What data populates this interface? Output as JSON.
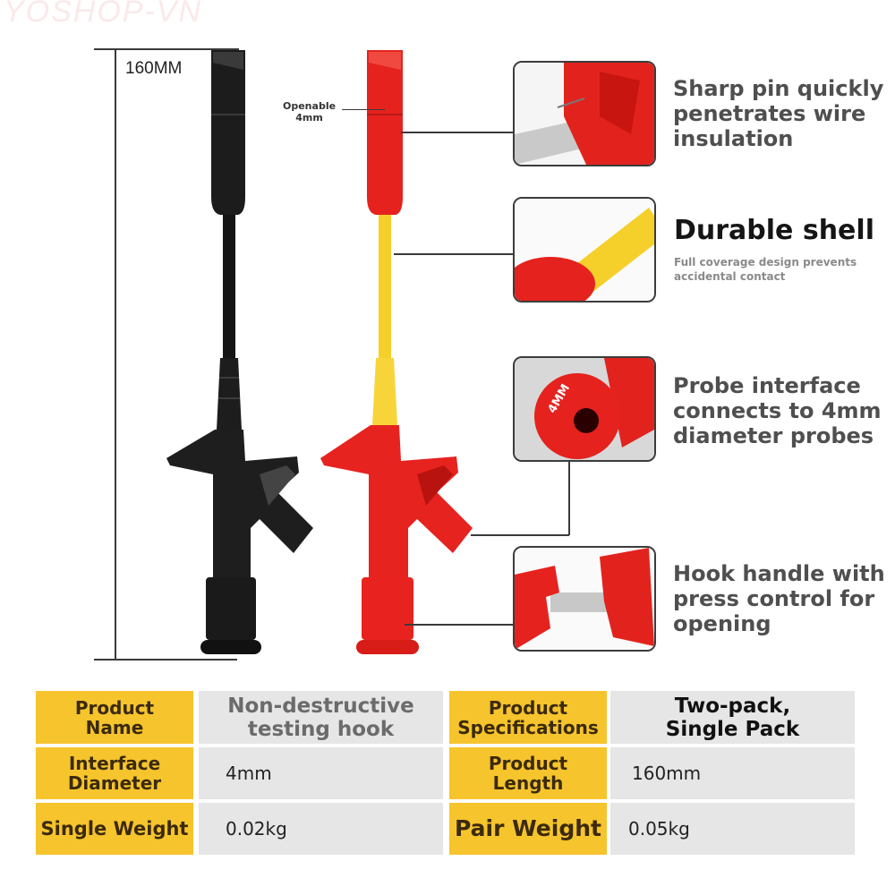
{
  "watermark": "YOSHOP-VN",
  "dimension": {
    "label": "160MM"
  },
  "openable": {
    "line1": "Openable",
    "line2": "4mm"
  },
  "colors": {
    "probe_black": "#1a1a1a",
    "probe_red": "#e8231f",
    "cable_yellow": "#f7d12c",
    "table_label_bg": "#f6c42c",
    "table_value_bg": "#e6e6e6"
  },
  "callouts": [
    {
      "icon": "sharp-pin-closeup",
      "lines": [
        "Sharp pin quickly",
        "penetrates wire",
        "insulation"
      ]
    },
    {
      "icon": "durable-shell-closeup",
      "title": "Durable shell",
      "sub": [
        "Full coverage design prevents",
        "accidental contact"
      ]
    },
    {
      "icon": "probe-interface-closeup",
      "badge": "4MM",
      "lines": [
        "Probe interface",
        "connects to 4mm",
        "diameter probes"
      ]
    },
    {
      "icon": "hook-handle-closeup",
      "lines": [
        "Hook handle with",
        "press control for",
        "opening"
      ]
    }
  ],
  "specs": {
    "rows": [
      {
        "label1": "Product Name",
        "value1": "Non-destructive testing hook",
        "label2": "Product Specifications",
        "value2": "Two-pack, Single Pack"
      },
      {
        "label1": "Interface Diameter",
        "value1": "4mm",
        "label2": "Product Length",
        "value2": "160mm"
      },
      {
        "label1": "Single Weight",
        "value1": "0.02kg",
        "label2": "Pair Weight",
        "value2": "0.05kg"
      }
    ]
  }
}
